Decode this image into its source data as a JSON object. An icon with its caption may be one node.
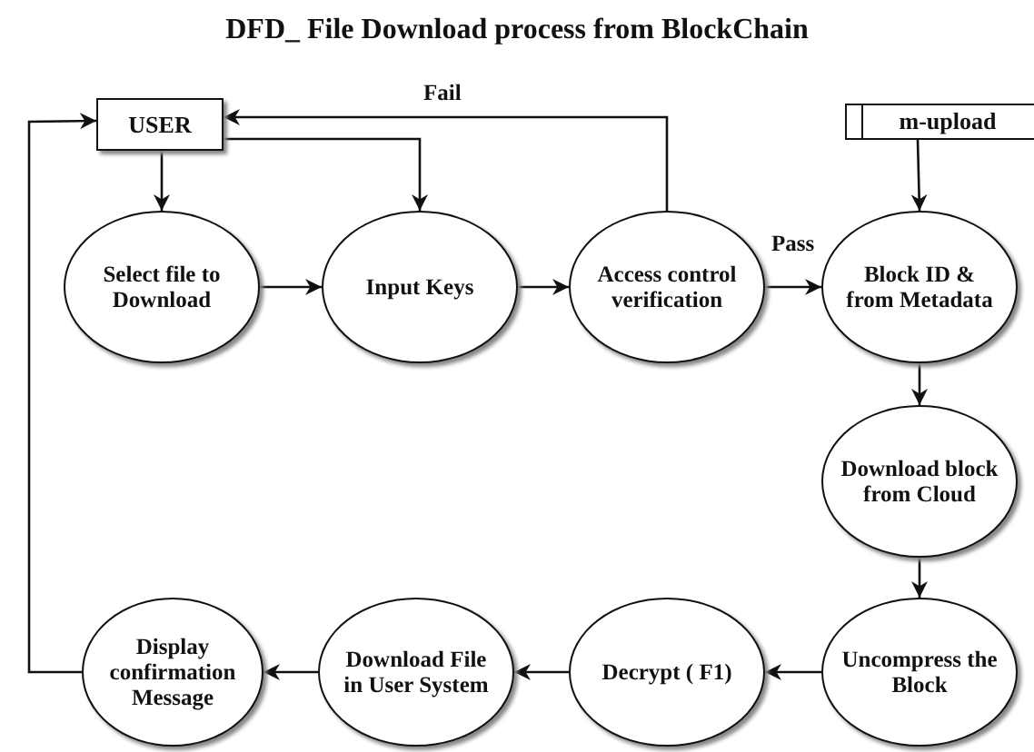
{
  "diagram": {
    "title": "DFD_  File Download process from BlockChain",
    "nodes": [
      {
        "text": [
          "USER"
        ]
      },
      {
        "text": [
          "Select file to Download"
        ]
      },
      {
        "text": [
          "Input Keys"
        ]
      },
      {
        "text": [
          "Access control verification"
        ]
      },
      {
        "text": [
          "Block ID & from Metadata"
        ]
      },
      {
        "text": [
          "m-upload"
        ]
      },
      {
        "text": [
          "Download block from Cloud"
        ]
      },
      {
        "text": [
          "Uncompress the Block"
        ]
      },
      {
        "text": [
          "Decrypt ( F1)"
        ]
      },
      {
        "text": [
          "Download File  in User System"
        ]
      },
      {
        "text": [
          "Display confirmation Message"
        ]
      }
    ],
    "edges": [
      {
        "from": 0,
        "to": 1,
        "arrow": "to"
      },
      {
        "from": 0,
        "to": 2,
        "arrow": "to"
      },
      {
        "from": 1,
        "to": 2,
        "arrow": "to"
      },
      {
        "from": 2,
        "to": 3,
        "arrow": "to"
      },
      {
        "from": 3,
        "to": 4,
        "label": "Pass",
        "arrow": "to"
      },
      {
        "from": 3,
        "to": 0,
        "label": "Fail",
        "arrow": "to"
      },
      {
        "from": 5,
        "to": 4,
        "arrow": "to"
      },
      {
        "from": 4,
        "to": 6,
        "arrow": "to"
      },
      {
        "from": 6,
        "to": 7,
        "arrow": "to"
      },
      {
        "from": 7,
        "to": 8,
        "arrow": "to"
      },
      {
        "from": 8,
        "to": 9,
        "arrow": "to"
      },
      {
        "from": 9,
        "to": 10,
        "arrow": "to"
      },
      {
        "from": 10,
        "to": 0,
        "arrow": "to"
      }
    ]
  }
}
